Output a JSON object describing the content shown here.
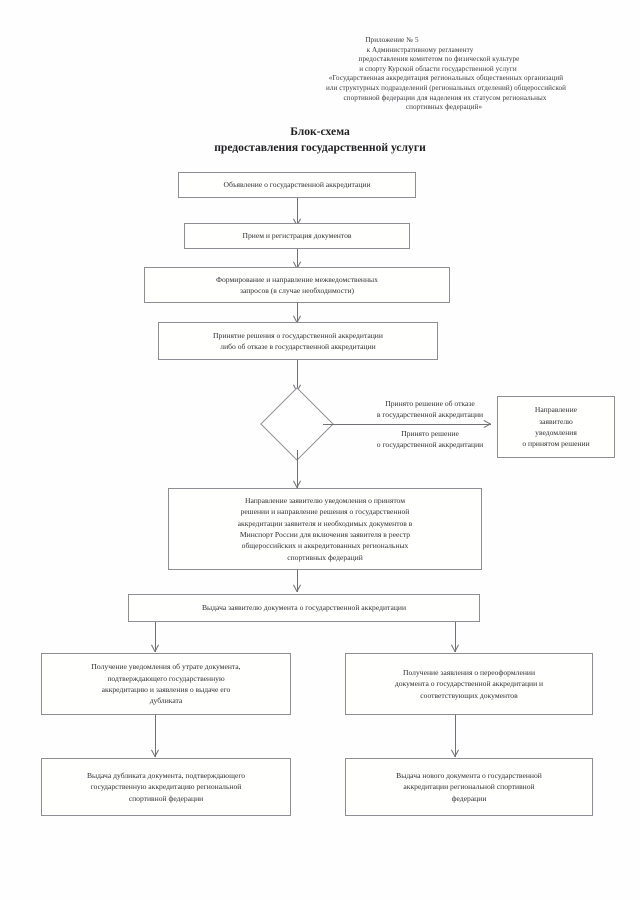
{
  "document": {
    "appendix_lines": [
      "Приложение № 5",
      "к Административному регламенту",
      "предоставления комитетом по физической культуре",
      "и спорту Курской области государственной услуги",
      "«Государственная аккредитация региональных общественных организаций",
      "или структурных подразделений (региональных отделений) общероссийской",
      "спортивной федерации для наделения их статусом региональных",
      "спортивных федераций»"
    ],
    "title_line1": "Блок-схема",
    "title_line2": "предоставления государственной услуги"
  },
  "flowchart": {
    "type": "flowchart",
    "nodes": [
      {
        "id": "n1",
        "shape": "rect",
        "text": "Объявление о государственной аккредитации"
      },
      {
        "id": "n2",
        "shape": "rect",
        "text": "Прием и регистрация документов"
      },
      {
        "id": "n3",
        "shape": "rect",
        "lines": [
          "Формирование и направление межведомственных",
          "запросов (в случае необходимости)"
        ]
      },
      {
        "id": "n4",
        "shape": "rect",
        "lines": [
          "Принятие решения о государственной аккредитации",
          "либо об отказе в государственной аккредитации"
        ]
      },
      {
        "id": "n5",
        "shape": "diamond",
        "text": ""
      },
      {
        "id": "n6",
        "shape": "rect",
        "lines": [
          "Направление",
          "заявителю",
          "уведомления",
          "о принятом решении"
        ]
      },
      {
        "id": "n7",
        "shape": "rect",
        "lines": [
          "Направление заявителю уведомления о принятом",
          "решении и направление решения о государственной",
          "аккредитации заявителя и необходимых документов в",
          "Минспорт России для включения заявителя в реестр",
          "общероссийских и аккредитованных региональных",
          "спортивных федераций"
        ]
      },
      {
        "id": "n8",
        "shape": "rect",
        "text": "Выдача заявителю документа о государственной аккредитации"
      },
      {
        "id": "n9",
        "shape": "rect",
        "lines": [
          "Получение уведомления об утрате документа,",
          "подтверждающего государственную",
          "аккредитацию и заявления о выдаче его",
          "дубликата"
        ]
      },
      {
        "id": "n10",
        "shape": "rect",
        "lines": [
          "Получение заявления о переоформлении",
          "документа о государственной аккредитации и",
          "соответствующих документов"
        ]
      },
      {
        "id": "n11",
        "shape": "rect",
        "lines": [
          "Выдача дубликата документа, подтверждающего",
          "государственную аккредитацию региональной",
          "спортивной федерации"
        ]
      },
      {
        "id": "n12",
        "shape": "rect",
        "lines": [
          "Выдача нового документа о государственной",
          "аккредитации региональной спортивной",
          "федерации"
        ]
      }
    ],
    "branch_labels": {
      "refusal_line1": "Принято решение об отказе",
      "refusal_line2": "в государственной аккредитации",
      "approval_line1": "Принято решение",
      "approval_line2": "о государственной аккредитации"
    }
  }
}
